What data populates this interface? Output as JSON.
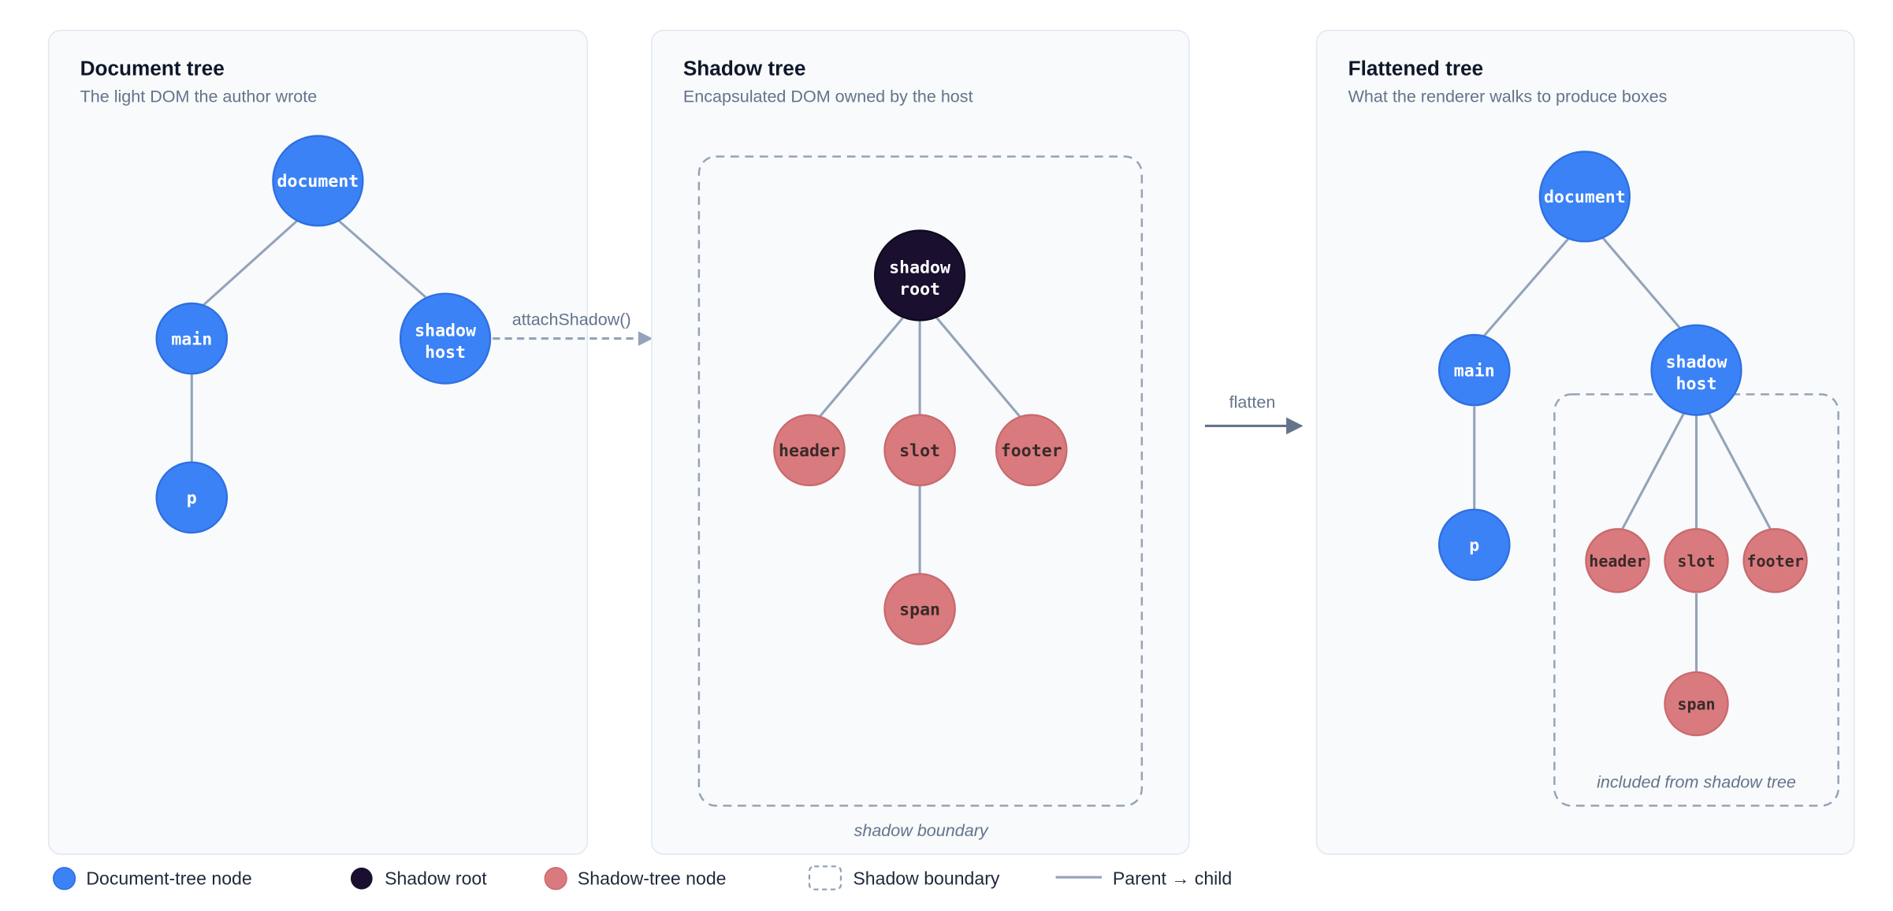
{
  "panels": {
    "document": {
      "title": "Document tree",
      "subtitle": "The light DOM the author wrote"
    },
    "shadow": {
      "title": "Shadow tree",
      "subtitle": "Encapsulated DOM owned by the host",
      "boundary_label": "shadow boundary"
    },
    "flattened": {
      "title": "Flattened tree",
      "subtitle": "What the renderer walks to produce boxes",
      "boundary_label": "included from shadow tree"
    }
  },
  "nodes": {
    "document": "document",
    "main": "main",
    "p": "p",
    "shadow_host_1": "shadow",
    "shadow_host_2": "host",
    "shadow_root_1": "shadow",
    "shadow_root_2": "root",
    "header": "header",
    "slot": "slot",
    "footer": "footer",
    "span": "span"
  },
  "arrows": {
    "attach": "attachShadow()",
    "flatten": "flatten"
  },
  "legend": {
    "document_node": "Document-tree node",
    "shadow_root": "Shadow root",
    "shadow_node": "Shadow-tree node",
    "shadow_boundary": "Shadow boundary",
    "parent_child": "Parent → child"
  },
  "colors": {
    "document_node": "#3b82f6",
    "shadow_root": "#1a0f2e",
    "shadow_node": "#d97b7e",
    "edge": "#94a3b8"
  }
}
